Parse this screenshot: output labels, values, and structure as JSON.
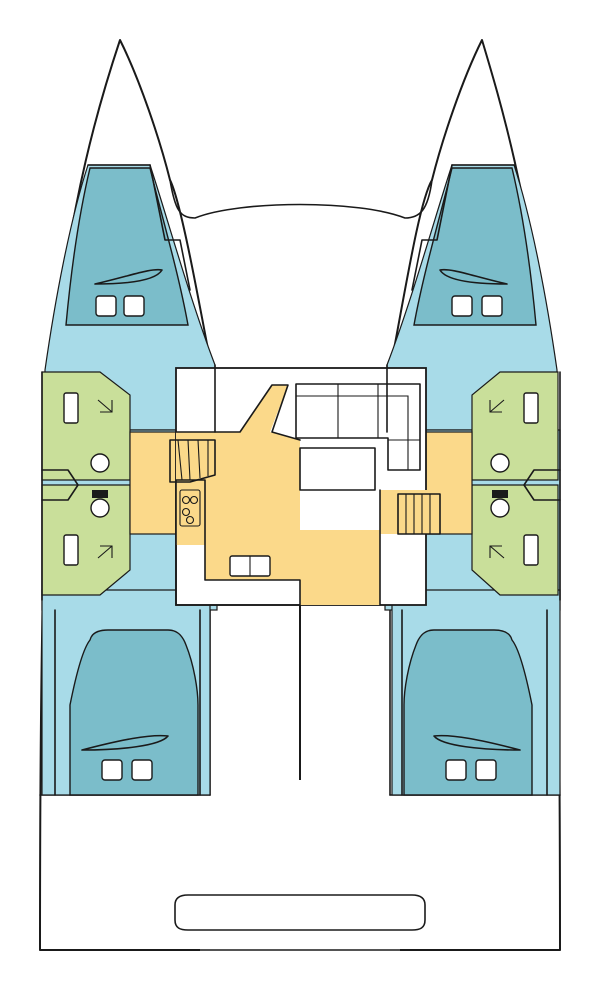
{
  "diagram": {
    "kind": "catamaran deck layout",
    "colors": {
      "outline": "#1a1a1a",
      "hull_background": "#ffffff",
      "cabin_floor": "#a8dbe8",
      "berth": "#7bbdca",
      "head_compartment": "#c9df9a",
      "saloon_floor": "#fbd98a",
      "galley_counter": "#ffffff"
    },
    "areas": {
      "port_hull": "port-hull",
      "starboard_hull": "starboard-hull",
      "saloon": "saloon",
      "forward_cabins": 2,
      "aft_cabins": 2,
      "heads": 2
    }
  }
}
